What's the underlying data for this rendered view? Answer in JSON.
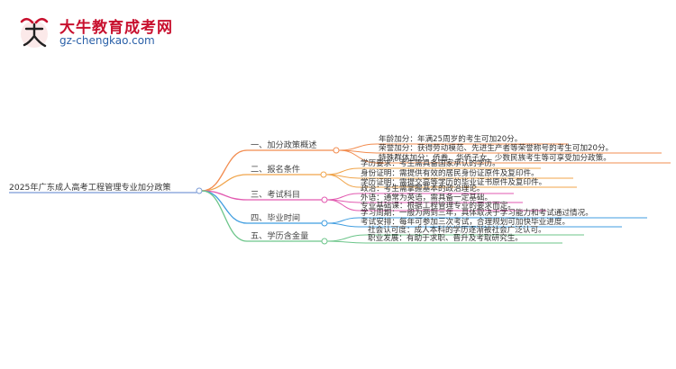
{
  "site": {
    "title": "大牛教育成考网",
    "url": "gz-chengkao.com",
    "logo_text": "大牛"
  },
  "mindmap": {
    "root": "2025年广东成人高考工程管理专业加分政策",
    "branches": [
      {
        "label": "一、加分政策概述",
        "color": "#f28c4f",
        "children": [
          "年龄加分：年满25周岁的考生可加20分。",
          "荣誉加分：获得劳动模范、先进生产者等荣誉称号的考生可加20分。",
          "特殊群体加分：侨眷、华侨子女、少数民族考生等可享受加分政策。"
        ]
      },
      {
        "label": "二、报名条件",
        "color": "#f0a44a",
        "children": [
          "学历要求：考生需具备国家承认的学历。",
          "身份证明：需提供有效的居民身份证原件及复印件。",
          "学历证明：需提交高等学历的毕业证书原件及复印件。"
        ]
      },
      {
        "label": "三、考试科目",
        "color": "#e25ab0",
        "children": [
          "政治：考生需掌握基本的政治理论。",
          "外语：通常为英语，需具备一定基础。",
          "专业基础课：根据工程管理专业的要求而定。"
        ]
      },
      {
        "label": "四、毕业时间",
        "color": "#3f9de0",
        "children": [
          "学习周期：一般为两到三年，具体取决于学习能力和考试通过情况。",
          "考试安排：每年可参加三次考试，合理规划可加快毕业进度。"
        ]
      },
      {
        "label": "五、学历含金量",
        "color": "#6cc58a",
        "children": [
          "社会认可度：成人本科的学历逐渐被社会广泛认可。",
          "职业发展：有助于求职、晋升及考取研究生。"
        ]
      }
    ]
  }
}
